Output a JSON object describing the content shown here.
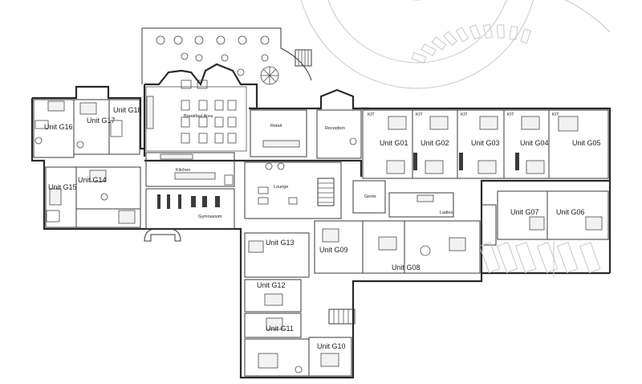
{
  "plan": {
    "units": {
      "g01": "Unit G01",
      "g02": "Unit G02",
      "g03": "Unit G03",
      "g04": "Unit G04",
      "g05": "Unit G05",
      "g06": "Unit G06",
      "g07": "Unit G07",
      "g08": "Unit G08",
      "g09": "Unit G09",
      "g10": "Unit G10",
      "g11": "Unit G11",
      "g12": "Unit G12",
      "g13": "Unit G13",
      "g14": "Unit G14",
      "g15": "Unit G15",
      "g16": "Unit G16",
      "g17": "Unit G17",
      "g18": "Unit G18"
    },
    "rooms": {
      "breakfast": "Breakfast Area",
      "retail": "Retail",
      "reception": "Reception",
      "kitchen": "Kitchen",
      "lounge": "Lounge",
      "gents": "Gents",
      "ladies": "Ladies",
      "gymnasium": "Gymnasium"
    },
    "kit_label": "KIT"
  }
}
